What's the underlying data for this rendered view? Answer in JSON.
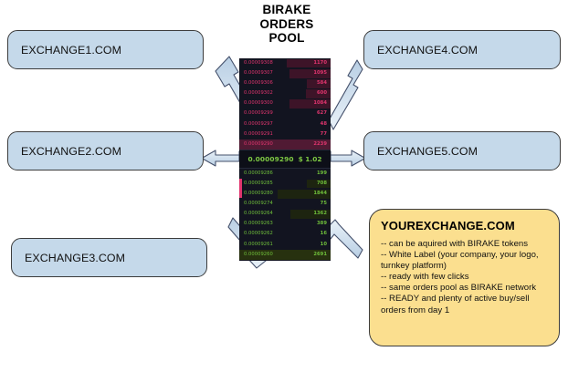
{
  "title": {
    "line1": "BIRAKE",
    "line2": "ORDERS",
    "line3": "POOL",
    "full": "BIRAKE ORDERS POOL"
  },
  "exchanges": [
    {
      "id": "exchange1",
      "label": "EXCHANGE1.COM"
    },
    {
      "id": "exchange2",
      "label": "EXCHANGE2.COM"
    },
    {
      "id": "exchange3",
      "label": "EXCHANGE3.COM"
    },
    {
      "id": "exchange4",
      "label": "EXCHANGE4.COM"
    },
    {
      "id": "exchange5",
      "label": "EXCHANGE5.COM"
    }
  ],
  "promo": {
    "title": "YOUREXCHANGE.COM",
    "bullets": [
      "-- can be aquired with BIRAKE tokens",
      "-- White Label (your company, your logo, turnkey platform)",
      "-- ready with few clicks",
      "-- same orders pool as BIRAKE network",
      "-- READY and plenty of active buy/sell orders from day 1"
    ]
  },
  "orderbook": {
    "asks": [
      {
        "price": "0.00009308",
        "qty": "1170",
        "depth": 48
      },
      {
        "price": "0.00009307",
        "qty": "1095",
        "depth": 45
      },
      {
        "price": "0.00009306",
        "qty": "584",
        "depth": 26
      },
      {
        "price": "0.00009302",
        "qty": "600",
        "depth": 27
      },
      {
        "price": "0.00009300",
        "qty": "1084",
        "depth": 45
      },
      {
        "price": "0.00009299",
        "qty": "627",
        "depth": 0
      },
      {
        "price": "0.00009297",
        "qty": "48",
        "depth": 0
      },
      {
        "price": "0.00009291",
        "qty": "77",
        "depth": 0
      },
      {
        "price": "0.00009290",
        "qty": "2239",
        "depth": 0
      }
    ],
    "mid": {
      "price": "0.00009290",
      "currency": "$",
      "usd": "1.02"
    },
    "bids": [
      {
        "price": "0.00009286",
        "qty": "199",
        "depth": 0
      },
      {
        "price": "0.00009285",
        "qty": "708",
        "depth": 26
      },
      {
        "price": "0.00009280",
        "qty": "1844",
        "depth": 58
      },
      {
        "price": "0.00009274",
        "qty": "75",
        "depth": 0
      },
      {
        "price": "0.00009264",
        "qty": "1362",
        "depth": 44
      },
      {
        "price": "0.00009263",
        "qty": "389",
        "depth": 0
      },
      {
        "price": "0.00009262",
        "qty": "16",
        "depth": 0
      },
      {
        "price": "0.00009261",
        "qty": "10",
        "depth": 0
      },
      {
        "price": "0.00009260",
        "qty": "2691",
        "depth": 0
      }
    ]
  },
  "colors": {
    "box_fill": "#c5d9ea",
    "box_border": "#3c3c3c",
    "promo_fill": "#fbdf8f",
    "arrow_fill": "#c9dcee",
    "arrow_border": "#44506b",
    "ask": "#e0356e",
    "bid": "#6fbf3a",
    "orderbook_bg": "#121420"
  },
  "arrows": [
    {
      "name": "arrow-pool-to-exchange1",
      "direction": "up-left"
    },
    {
      "name": "arrow-pool-to-exchange2",
      "direction": "left"
    },
    {
      "name": "arrow-pool-to-exchange3",
      "direction": "down-left"
    },
    {
      "name": "arrow-pool-to-exchange4",
      "direction": "up-right"
    },
    {
      "name": "arrow-pool-to-exchange5",
      "direction": "right"
    },
    {
      "name": "arrow-pool-to-yourexchange",
      "direction": "down-right"
    }
  ]
}
